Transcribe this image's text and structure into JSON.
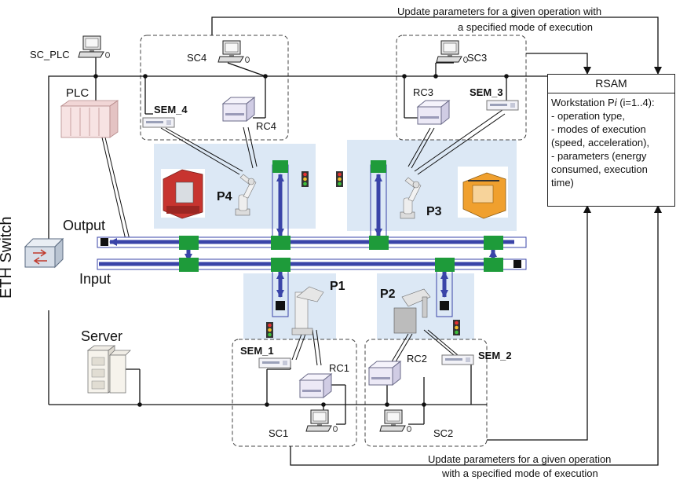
{
  "labels": {
    "update_top_1": "Update parameters for a given operation with",
    "update_top_2": "a specified mode of execution",
    "update_bottom_1": "Update parameters for a given operation",
    "update_bottom_2": "with a specified mode of execution",
    "sc_plc": "SC_PLC",
    "plc": "PLC",
    "sc4": "SC4",
    "sem4": "SEM_4",
    "rc4": "RC4",
    "sc3": "SC3",
    "rc3": "RC3",
    "sem3": "SEM_3",
    "p4": "P4",
    "p3": "P3",
    "p1": "P1",
    "p2": "P2",
    "output": "Output",
    "input": "Input",
    "eth_switch": "ETH Switch",
    "server": "Server",
    "sem1": "SEM_1",
    "rc1": "RC1",
    "rc2": "RC2",
    "sem2": "SEM_2",
    "sc1": "SC1",
    "sc2": "SC2"
  },
  "rsam": {
    "title": "RSAM",
    "line1_prefix": "Workstation P",
    "line1_italic": "i",
    "line1_suffix": " (i=1..4):",
    "lines": [
      "- operation type,",
      "- modes of execution",
      "(speed, acceleration),",
      "- parameters (energy",
      "consumed, execution",
      "time)"
    ]
  },
  "colors": {
    "conveyor_blue": "#3a44a8",
    "station_green": "#1e9b3a",
    "zone_blue": "#dce8f5",
    "line": "#111111"
  },
  "icons": [
    "computer-icon",
    "plc-icon",
    "controller-icon",
    "robot-arm-icon",
    "cnc-machine-icon",
    "printer-machine-icon",
    "switch-icon",
    "server-icon",
    "traffic-light-icon",
    "sensor-icon"
  ]
}
